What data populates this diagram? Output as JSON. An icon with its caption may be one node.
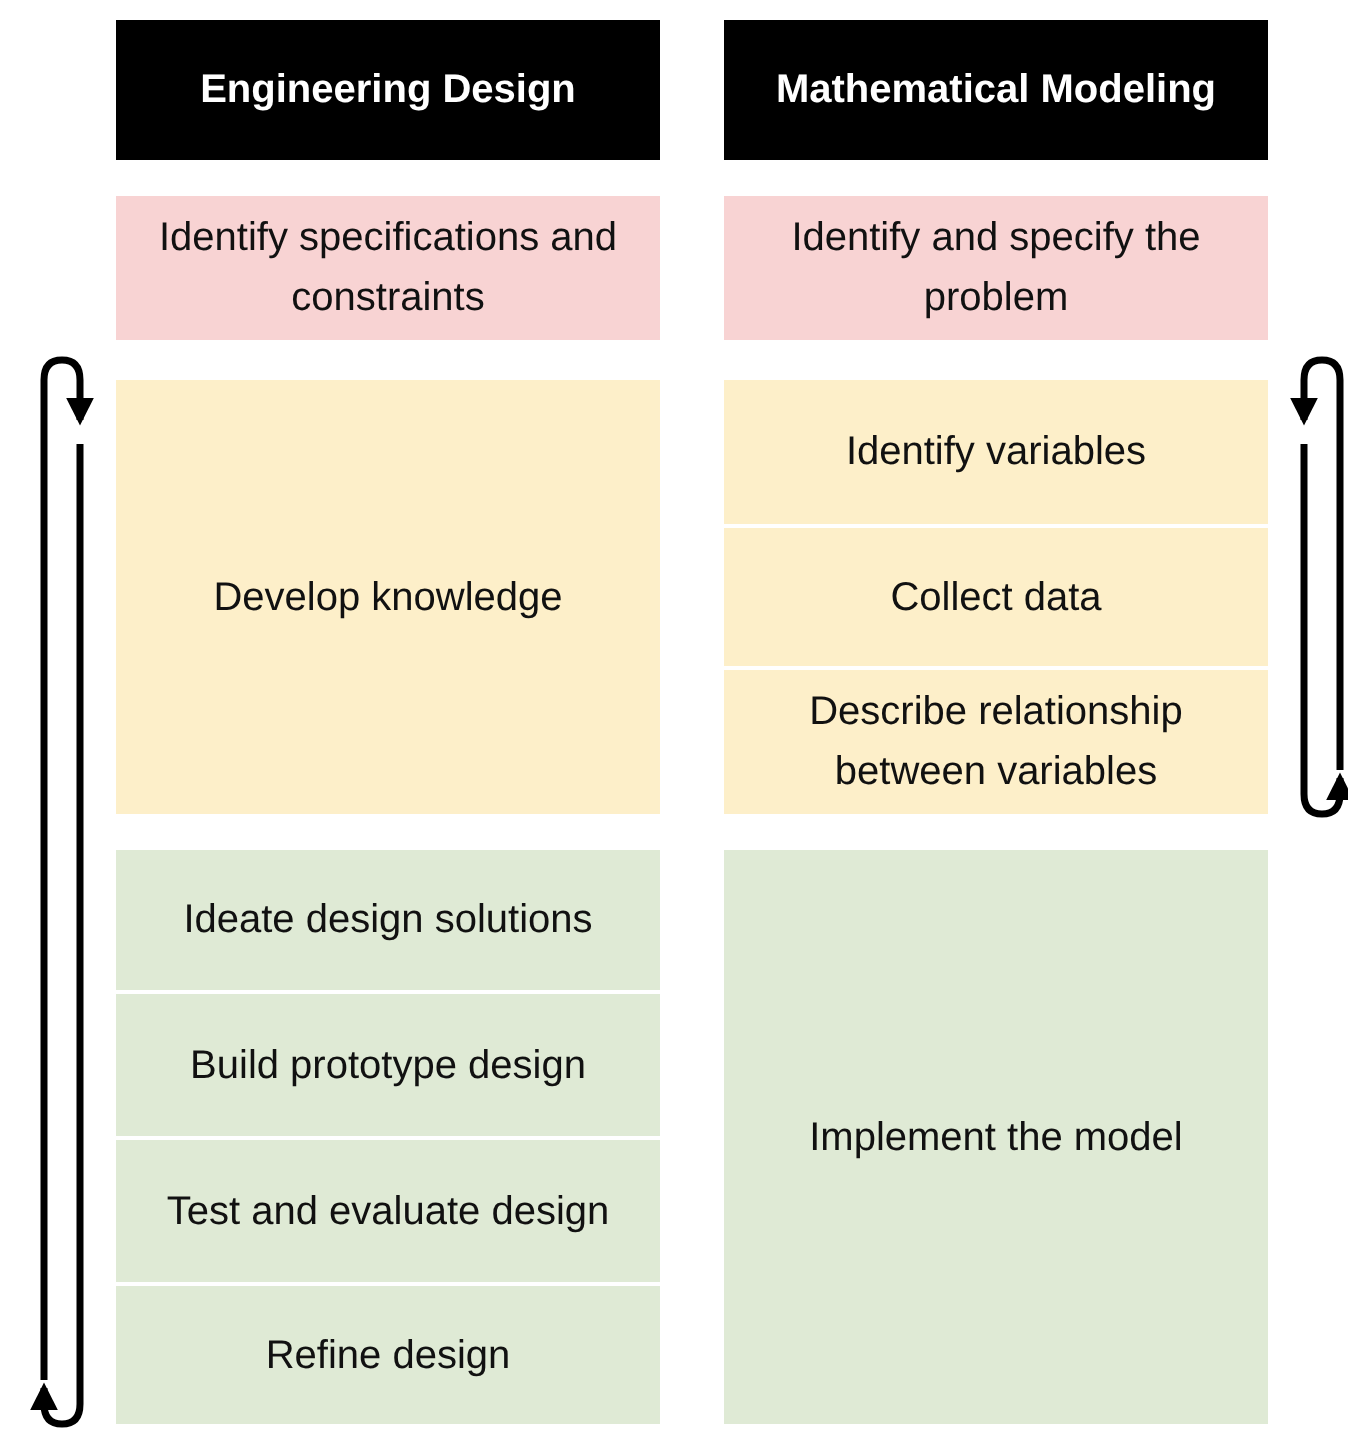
{
  "diagram": {
    "nodes": [
      {
        "text": [
          "Engineering Design"
        ]
      },
      {
        "text": [
          "Mathematical Modeling"
        ]
      },
      {
        "text": [
          "Identify specifications and constraints"
        ]
      },
      {
        "text": [
          "Identify and specify the problem"
        ]
      },
      {
        "text": [
          "Develop knowledge"
        ]
      },
      {
        "text": [
          "Identify variables"
        ]
      },
      {
        "text": [
          "Collect data"
        ]
      },
      {
        "text": [
          "Describe relationship between variables"
        ]
      },
      {
        "text": [
          "Ideate design solutions"
        ]
      },
      {
        "text": [
          "Build prototype design"
        ]
      },
      {
        "text": [
          "Test and evaluate design"
        ]
      },
      {
        "text": [
          "Refine design"
        ]
      },
      {
        "text": [
          "Implement the model"
        ]
      }
    ],
    "edges": [
      {
        "from": 11,
        "to": 4,
        "arrow": "to"
      },
      {
        "from": 4,
        "to": 11,
        "arrow": "to"
      },
      {
        "from": 7,
        "to": 5,
        "arrow": "to"
      },
      {
        "from": 5,
        "to": 7,
        "arrow": "to"
      }
    ]
  }
}
